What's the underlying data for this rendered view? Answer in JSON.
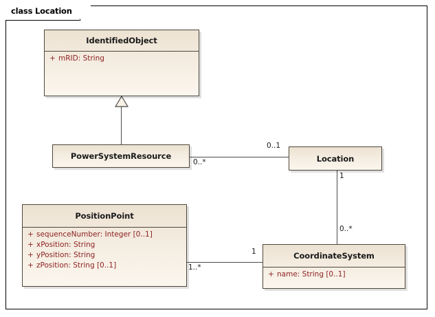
{
  "frame": {
    "title": "class Location",
    "keyword": "class",
    "name": "Location"
  },
  "colors": {
    "class_fill": "#f4ece0",
    "class_border": "#4d4639",
    "attribute_text": "#8d2222",
    "name_text": "#1a1a1a",
    "connector": "#4a4a4a",
    "background": "#ffffff"
  },
  "classes": [
    {
      "id": "identified-object",
      "name": "IdentifiedObject",
      "attributes": [
        {
          "visibility": "+",
          "text": "mRID:  String"
        }
      ]
    },
    {
      "id": "power-system-resource",
      "name": "PowerSystemResource",
      "attributes": []
    },
    {
      "id": "location",
      "name": "Location",
      "attributes": []
    },
    {
      "id": "position-point",
      "name": "PositionPoint",
      "attributes": [
        {
          "visibility": "+",
          "text": "sequenceNumber:  Integer [0..1]"
        },
        {
          "visibility": "+",
          "text": "xPosition:  String"
        },
        {
          "visibility": "+",
          "text": "yPosition:  String"
        },
        {
          "visibility": "+",
          "text": "zPosition:  String [0..1]"
        }
      ]
    },
    {
      "id": "coordinate-system",
      "name": "CoordinateSystem",
      "attributes": [
        {
          "visibility": "+",
          "text": "name:  String [0..1]"
        }
      ]
    }
  ],
  "relationships": [
    {
      "id": "generalization-psr-io",
      "type": "generalization",
      "from": "PowerSystemResource",
      "to": "IdentifiedObject"
    },
    {
      "id": "assoc-psr-location",
      "type": "association",
      "from": "PowerSystemResource",
      "to": "Location",
      "source_multiplicity": "0..*",
      "target_multiplicity": "0..1"
    },
    {
      "id": "assoc-location-coordinatesystem",
      "type": "association",
      "from": "Location",
      "to": "CoordinateSystem",
      "source_multiplicity": "1",
      "target_multiplicity": "0..*"
    },
    {
      "id": "assoc-positionpoint-coordinatesystem",
      "type": "association",
      "from": "PositionPoint",
      "to": "CoordinateSystem",
      "source_multiplicity": "1..*",
      "target_multiplicity": "1"
    }
  ],
  "multiplicity_labels": {
    "psr_side": "0..*",
    "location_side": "0..1",
    "location_down": "1",
    "coordinatesystem_up": "0..*",
    "positionpoint_side": "1..*",
    "coordinatesystem_left": "1"
  }
}
